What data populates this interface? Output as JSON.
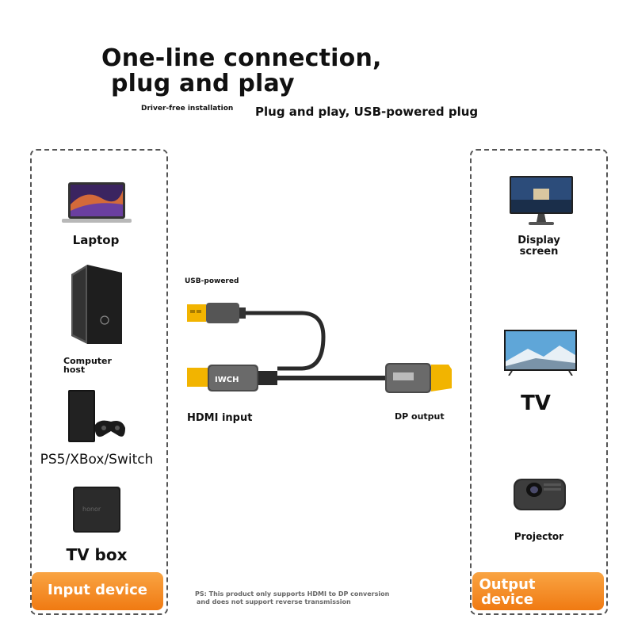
{
  "header": {
    "title_line1": "One-line connection,",
    "title_line2": "plug and play",
    "subtitle_small": "Driver-free installation",
    "subtitle_main": "Plug and play, USB-powered plug"
  },
  "input_devices": {
    "items": [
      {
        "label": "Laptop"
      },
      {
        "label": "Computer host"
      },
      {
        "label": "PS5/XBox/Switch"
      },
      {
        "label": "TV box"
      }
    ],
    "badge": "Input device"
  },
  "output_devices": {
    "items": [
      {
        "label": "Display screen"
      },
      {
        "label": "TV"
      },
      {
        "label": "Projector"
      }
    ],
    "badge": "Output device"
  },
  "cable": {
    "usb_label": "USB-powered",
    "hdmi_label": "HDMI input",
    "dp_label": "DP output",
    "brand": "IWCH"
  },
  "footnote": {
    "line1": "PS: This product only supports HDMI to DP conversion",
    "line2": "and does not support reverse transmission"
  },
  "colors": {
    "accent": "#f07a12",
    "gold": "#f2b400",
    "cable": "#2a2a2a"
  }
}
